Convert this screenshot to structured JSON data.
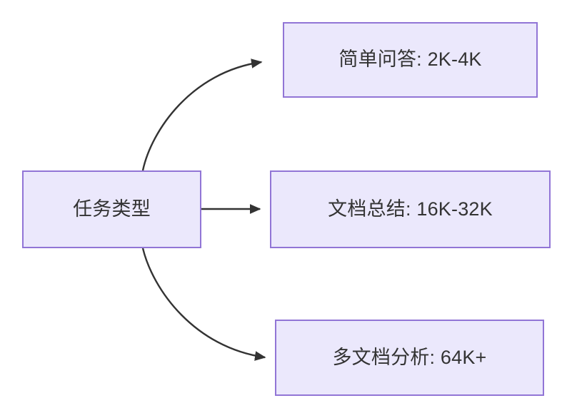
{
  "diagram": {
    "type": "flowchart",
    "direction": "left-to-right",
    "background_color": "#ffffff",
    "node_fill_color": "#ebe8fc",
    "node_border_color": "#9175d6",
    "node_text_color": "#333333",
    "edge_color": "#333333",
    "nodes": [
      {
        "id": "root",
        "label": "任务类型"
      },
      {
        "id": "simple_qa",
        "label": "简单问答: 2K-4K"
      },
      {
        "id": "doc_summary",
        "label": "文档总结: 16K-32K"
      },
      {
        "id": "multi_doc",
        "label": "多文档分析: 64K+"
      }
    ],
    "edges": [
      {
        "from": "root",
        "to": "simple_qa",
        "style": "curved",
        "arrow": "arrowhead-icon"
      },
      {
        "from": "root",
        "to": "doc_summary",
        "style": "straight",
        "arrow": "arrowhead-icon"
      },
      {
        "from": "root",
        "to": "multi_doc",
        "style": "curved",
        "arrow": "arrowhead-icon"
      }
    ]
  }
}
